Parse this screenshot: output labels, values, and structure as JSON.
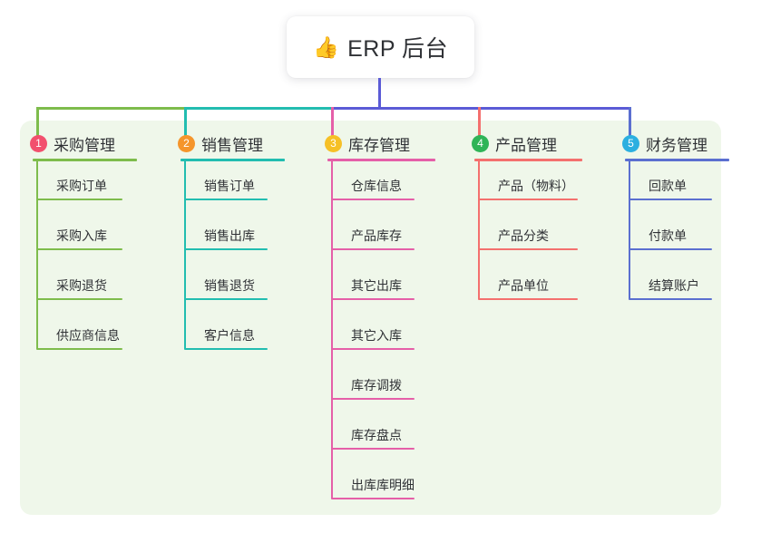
{
  "root": {
    "icon": "thumbs-up-emoji",
    "emoji": "👍",
    "title": "ERP 后台"
  },
  "diagram": {
    "type": "mind-map",
    "background_color": "#ffffff",
    "panel_color": "#eff7ea",
    "root_stem_color": "#5B5BD6"
  },
  "columns": [
    {
      "number": "1",
      "title": "采购管理",
      "badge_color": "#F2506E",
      "line_color": "#7EBC4C",
      "items": [
        {
          "label": "采购订单"
        },
        {
          "label": "采购入库"
        },
        {
          "label": "采购退货"
        },
        {
          "label": "供应商信息"
        }
      ]
    },
    {
      "number": "2",
      "title": "销售管理",
      "badge_color": "#F5952B",
      "line_color": "#22BDB0",
      "items": [
        {
          "label": "销售订单"
        },
        {
          "label": "销售出库"
        },
        {
          "label": "销售退货"
        },
        {
          "label": "客户信息"
        }
      ]
    },
    {
      "number": "3",
      "title": "库存管理",
      "badge_color": "#F6C026",
      "line_color": "#E55FA8",
      "items": [
        {
          "label": "仓库信息"
        },
        {
          "label": "产品库存"
        },
        {
          "label": "其它出库"
        },
        {
          "label": "其它入库"
        },
        {
          "label": "库存调拨"
        },
        {
          "label": "库存盘点"
        },
        {
          "label": "出库库明细"
        }
      ]
    },
    {
      "number": "4",
      "title": "产品管理",
      "badge_color": "#2FB457",
      "line_color": "#F4706E",
      "items": [
        {
          "label": "产品（物料）"
        },
        {
          "label": "产品分类"
        },
        {
          "label": "产品单位"
        }
      ]
    },
    {
      "number": "5",
      "title": "财务管理",
      "badge_color": "#2BAFE0",
      "line_color": "#5B6FD0",
      "items": [
        {
          "label": "回款单"
        },
        {
          "label": "付款单"
        },
        {
          "label": "结算账户"
        }
      ]
    }
  ]
}
